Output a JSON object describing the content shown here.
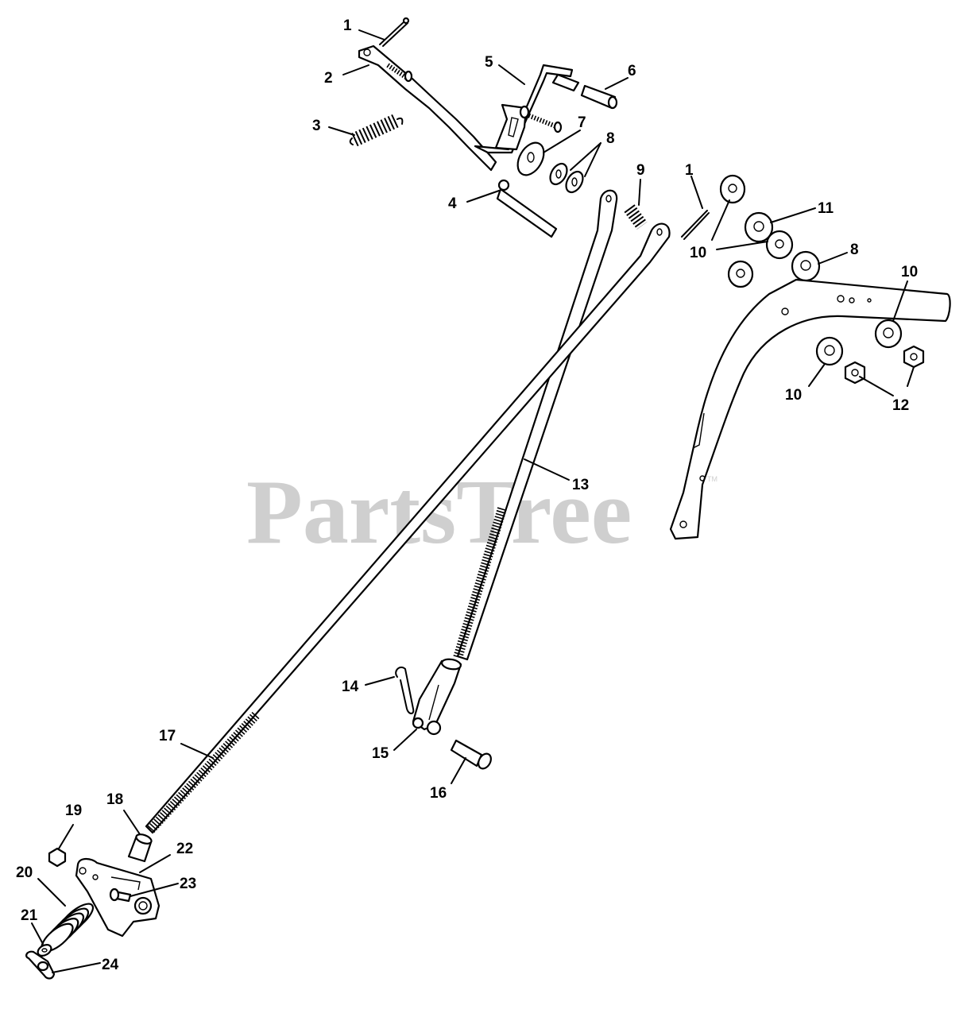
{
  "watermark": {
    "text": "PartsTree",
    "trademark": "TM"
  },
  "callouts": {
    "c1a": "1",
    "c2": "2",
    "c3": "3",
    "c4": "4",
    "c5": "5",
    "c6": "6",
    "c7": "7",
    "c8a": "8",
    "c9": "9",
    "c1b": "1",
    "c11": "11",
    "c10a": "10",
    "c8b": "8",
    "c10b": "10",
    "c10c": "10",
    "c12": "12",
    "c13": "13",
    "c14": "14",
    "c15": "15",
    "c16": "16",
    "c17": "17",
    "c18": "18",
    "c19": "19",
    "c20": "20",
    "c21": "21",
    "c22": "22",
    "c23": "23",
    "c24": "24"
  },
  "colors": {
    "line": "#000000",
    "watermark": "#cfcfcf",
    "background": "#ffffff"
  }
}
